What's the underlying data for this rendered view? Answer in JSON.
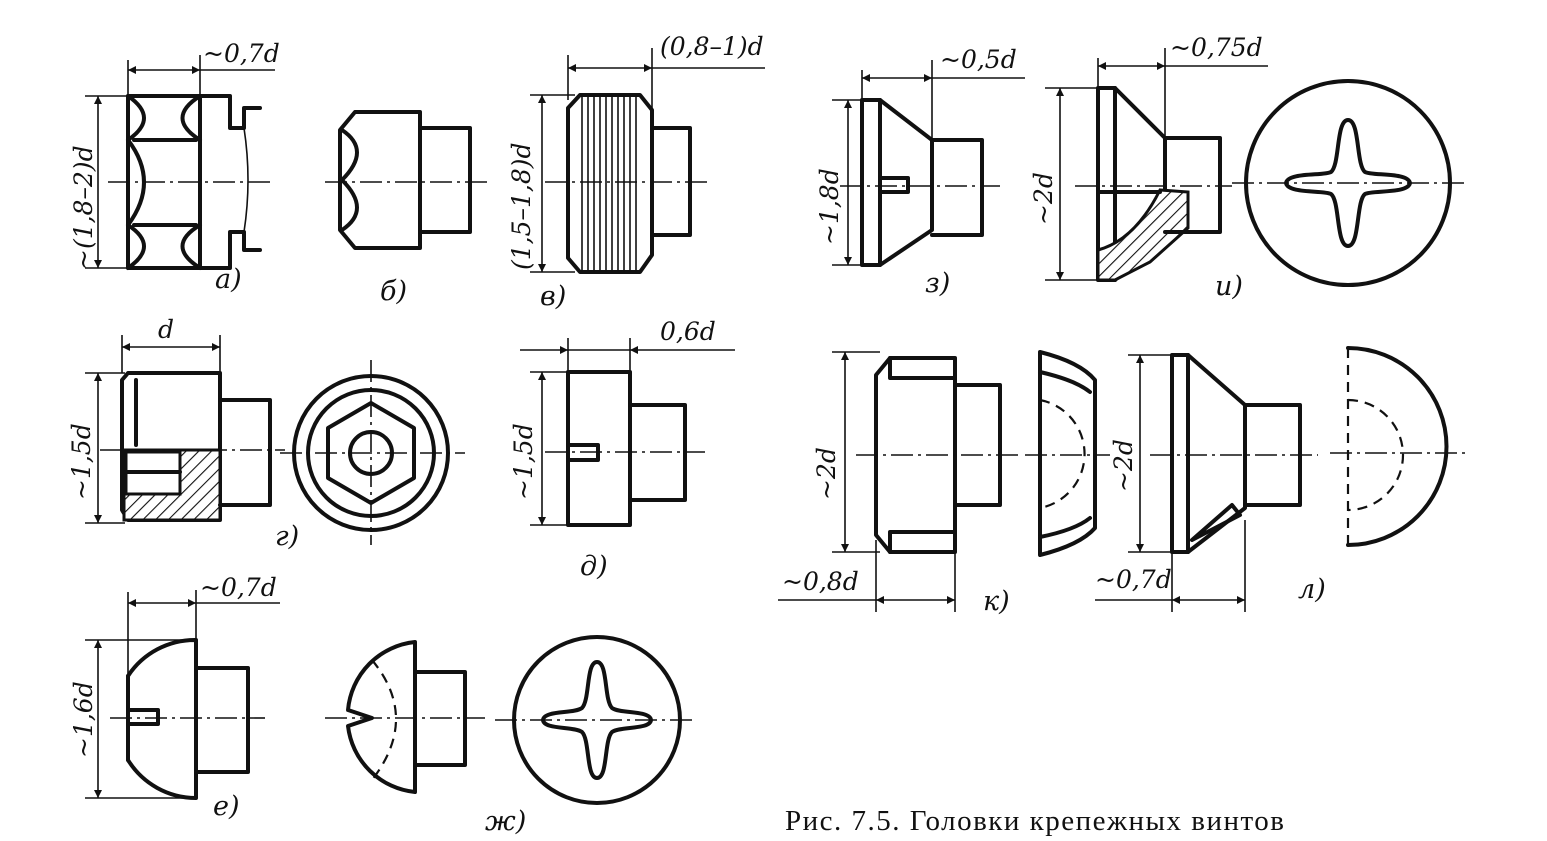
{
  "caption": "Рис. 7.5. Головки крепежных винтов",
  "panels": {
    "a": {
      "label": "а)",
      "dim_width": "~0,7d",
      "dim_height": "~(1,8–2)d"
    },
    "b": {
      "label": "б)"
    },
    "v": {
      "label": "в)",
      "dim_width": "(0,8–1)d",
      "dim_height": "(1,5–1,8)d"
    },
    "g": {
      "label": "г)",
      "dim_width": "d",
      "dim_height": "~1,5d"
    },
    "d": {
      "label": "д)",
      "dim_width": "0,6d",
      "dim_height": "~1,5d"
    },
    "e": {
      "label": "е)",
      "dim_width": "~0,7d",
      "dim_height": "~1,6d"
    },
    "zh": {
      "label": "ж)"
    },
    "z": {
      "label": "з)",
      "dim_width": "~0,5d",
      "dim_height": "~1,8d"
    },
    "i": {
      "label": "и)",
      "dim_width": "~0,75d",
      "dim_height": "~2d"
    },
    "k": {
      "label": "к)",
      "dim_width": "~0,8d",
      "dim_height": "~2d"
    },
    "l": {
      "label": "л)",
      "dim_width": "~0,7d",
      "dim_height": "~2d"
    }
  }
}
